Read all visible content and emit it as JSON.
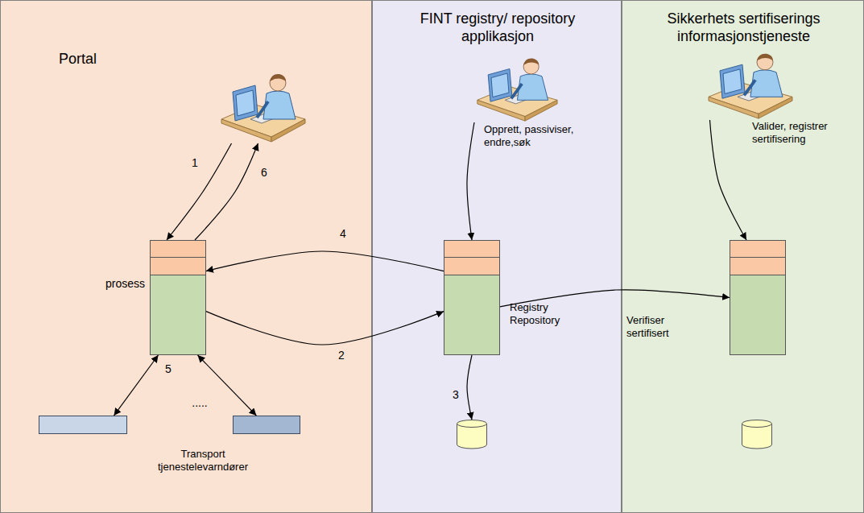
{
  "diagram": {
    "nodes": [
      {
        "text": [
          "Portal"
        ]
      },
      {
        "text": [
          "FINT registry/ repository applikasjon"
        ]
      },
      {
        "text": [
          "Sikkerhets sertifiserings informasjonstjeneste"
        ]
      },
      {
        "text": [],
        "in": 0
      },
      {
        "text": [
          "prosess"
        ],
        "in": 0
      },
      {
        "text": [],
        "in": 0
      },
      {
        "text": [],
        "in": 0
      },
      {
        "text": [
          "Opprett, passiviser, endre,søk"
        ],
        "in": 1
      },
      {
        "text": [
          "Registry Repository"
        ],
        "in": 1
      },
      {
        "text": [],
        "in": 1
      },
      {
        "text": [
          "Valider, registrer sertifisering"
        ],
        "in": 2
      },
      {
        "text": [],
        "in": 2
      },
      {
        "text": [],
        "in": 2
      }
    ],
    "edges": [
      {
        "from": 3,
        "to": 4,
        "label": "1",
        "arrow": "to"
      },
      {
        "from": 4,
        "to": 3,
        "label": "6",
        "arrow": "to"
      },
      {
        "from": 4,
        "to": 8,
        "label": "2",
        "arrow": "to"
      },
      {
        "from": 8,
        "to": 4,
        "label": "4",
        "arrow": "to"
      },
      {
        "from": 8,
        "to": 9,
        "label": "3",
        "arrow": "to"
      },
      {
        "from": 4,
        "to": 5,
        "label": "5",
        "arrow": "both"
      },
      {
        "from": 4,
        "to": 6,
        "arrow": "both"
      },
      {
        "from": 7,
        "to": 8,
        "arrow": "to"
      },
      {
        "from": 8,
        "to": 11,
        "label": "Verifiser sertifisert",
        "arrow": "to"
      },
      {
        "from": 10,
        "to": 11,
        "arrow": "to"
      }
    ],
    "labels": [
      ".....",
      "Transport tjenestelevarndører"
    ]
  }
}
